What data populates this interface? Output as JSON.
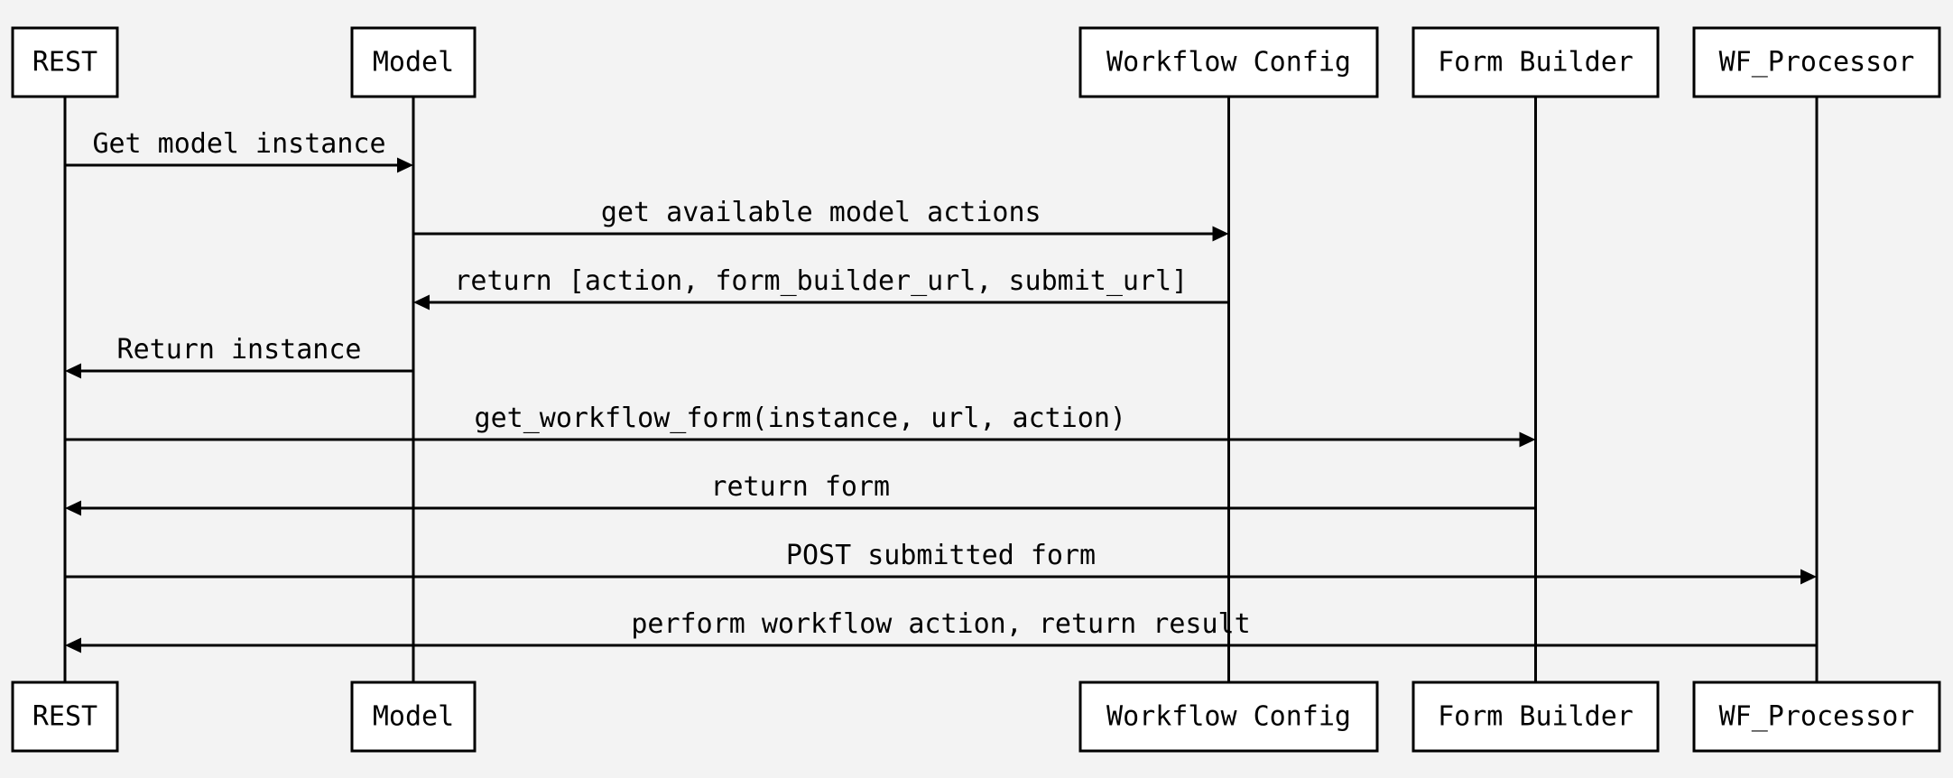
{
  "participants": [
    {
      "id": "rest",
      "label": "REST"
    },
    {
      "id": "model",
      "label": "Model"
    },
    {
      "id": "workflow_config",
      "label": "Workflow Config"
    },
    {
      "id": "form_builder",
      "label": "Form Builder"
    },
    {
      "id": "wf_processor",
      "label": "WF_Processor"
    }
  ],
  "messages": [
    {
      "from": "rest",
      "to": "model",
      "label": "Get model instance"
    },
    {
      "from": "model",
      "to": "workflow_config",
      "label": "get available model actions"
    },
    {
      "from": "workflow_config",
      "to": "model",
      "label": "return [action, form_builder_url, submit_url]"
    },
    {
      "from": "model",
      "to": "rest",
      "label": "Return instance"
    },
    {
      "from": "rest",
      "to": "form_builder",
      "label": "get_workflow_form(instance, url, action)"
    },
    {
      "from": "form_builder",
      "to": "rest",
      "label": "return form"
    },
    {
      "from": "rest",
      "to": "wf_processor",
      "label": "POST submitted form"
    },
    {
      "from": "wf_processor",
      "to": "rest",
      "label": "perform workflow action, return result"
    }
  ]
}
